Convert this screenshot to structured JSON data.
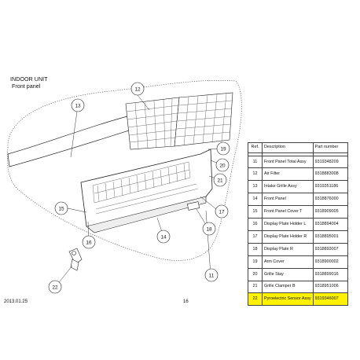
{
  "header": {
    "title": "INDOOR UNIT",
    "subtitle": "Front panel"
  },
  "callouts": [
    "11",
    "12",
    "13",
    "14",
    "15",
    "16",
    "17",
    "18",
    "19",
    "20",
    "21",
    "22"
  ],
  "parts_table": {
    "columns": [
      "Ref.",
      "Description",
      "Part number"
    ],
    "rows": [
      {
        "ref": "11",
        "description": "Front Panel Total Assy",
        "part_number": "9319348209"
      },
      {
        "ref": "12",
        "description": "Air Filter",
        "part_number": "9318883008"
      },
      {
        "ref": "13",
        "description": "Intake Grille Assy",
        "part_number": "9319351186"
      },
      {
        "ref": "14",
        "description": "Front Panel",
        "part_number": "9318876000"
      },
      {
        "ref": "15",
        "description": "Front Panel Cover T",
        "part_number": "9318909005"
      },
      {
        "ref": "16",
        "description": "Display Plate Holder L",
        "part_number": "9318894004"
      },
      {
        "ref": "17",
        "description": "Display Plate Holder R",
        "part_number": "9318895001"
      },
      {
        "ref": "18",
        "description": "Display Plate R",
        "part_number": "9318893007"
      },
      {
        "ref": "19",
        "description": "Arm Cover",
        "part_number": "9318900002"
      },
      {
        "ref": "20",
        "description": "Grille Stay",
        "part_number": "9318899016"
      },
      {
        "ref": "21",
        "description": "Grille Clamper B",
        "part_number": "9318951006"
      },
      {
        "ref": "22",
        "description": "Pyroelectric Sensor Assy",
        "part_number": "9319346007"
      }
    ],
    "highlight_color": "#fff200"
  },
  "footer": {
    "date": "2013.01.25",
    "page": "16"
  }
}
